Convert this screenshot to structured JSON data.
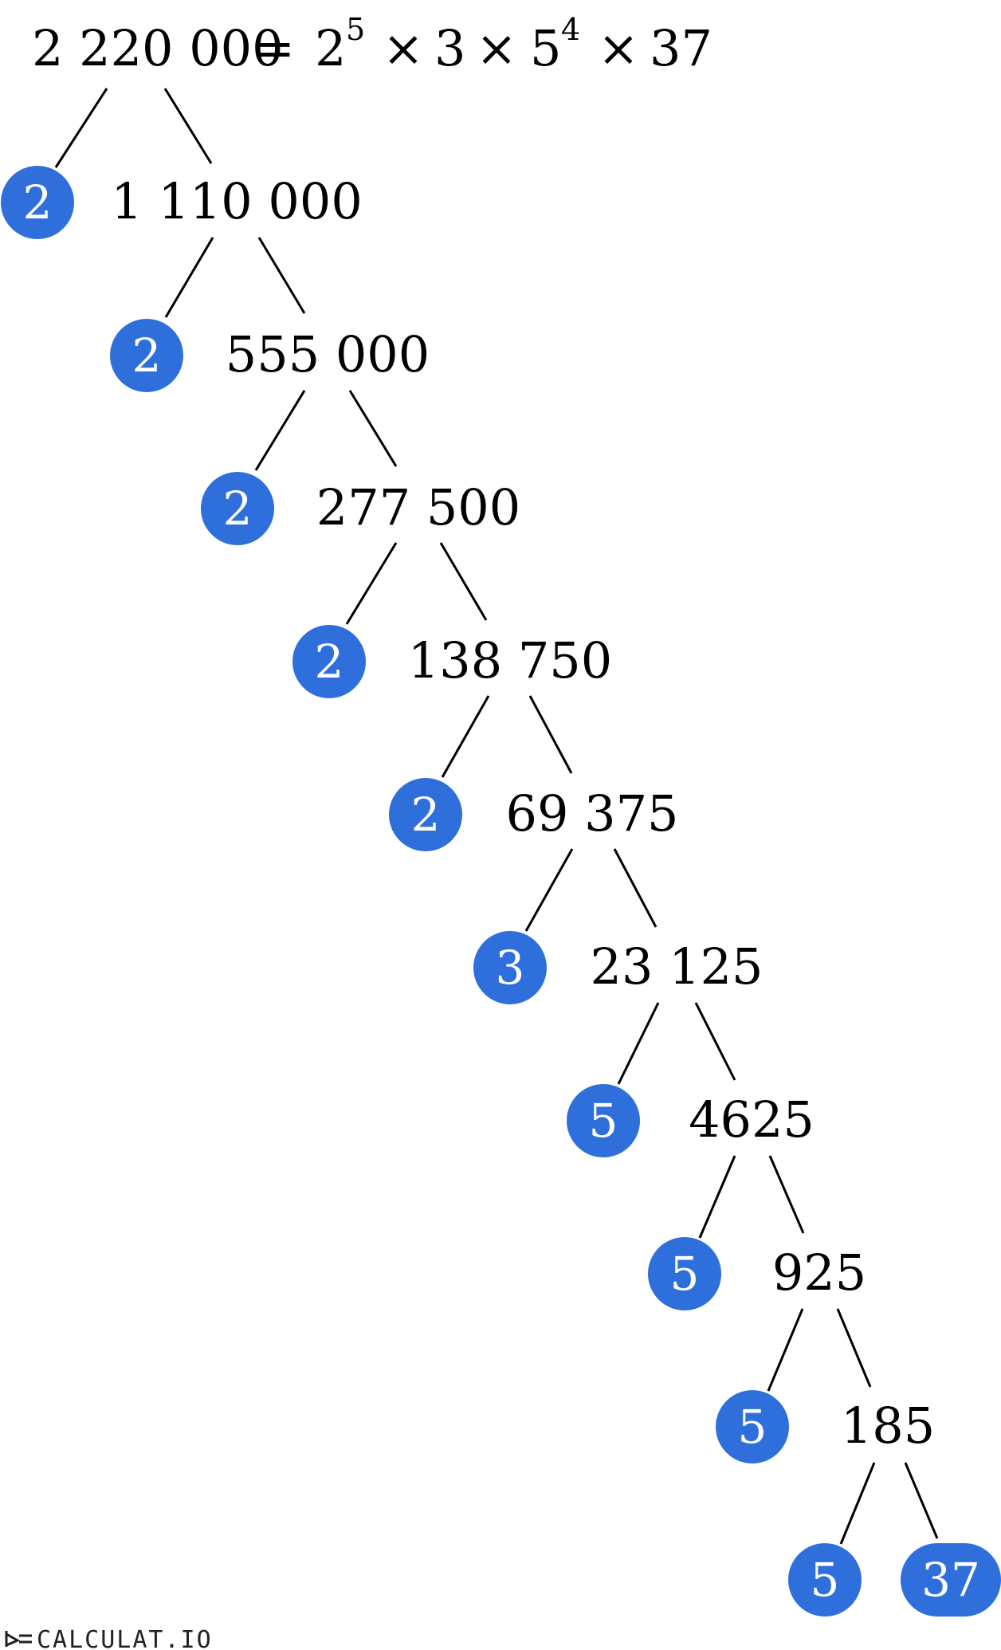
{
  "equation": {
    "number": "2 220 000",
    "equals": "=",
    "terms": [
      {
        "base": "2",
        "exp": "5"
      },
      {
        "base": "3",
        "exp": ""
      },
      {
        "base": "5",
        "exp": "4"
      },
      {
        "base": "37",
        "exp": ""
      }
    ],
    "times": "×"
  },
  "tree": {
    "colors": {
      "factor_fill": "#2f6fdb",
      "factor_text": "#ffffff",
      "line": "#000000"
    },
    "levels": [
      {
        "factor": "2",
        "quotient": "1 110 000"
      },
      {
        "factor": "2",
        "quotient": "555 000"
      },
      {
        "factor": "2",
        "quotient": "277 500"
      },
      {
        "factor": "2",
        "quotient": "138 750"
      },
      {
        "factor": "2",
        "quotient": "69 375"
      },
      {
        "factor": "3",
        "quotient": "23 125"
      },
      {
        "factor": "5",
        "quotient": "4625"
      },
      {
        "factor": "5",
        "quotient": "925"
      },
      {
        "factor": "5",
        "quotient": "185"
      },
      {
        "factor": "5",
        "quotient": "37"
      }
    ]
  },
  "brand": {
    "logo_icon": "calculat-logo-icon",
    "logo_text": "CALCULAT.IO"
  }
}
